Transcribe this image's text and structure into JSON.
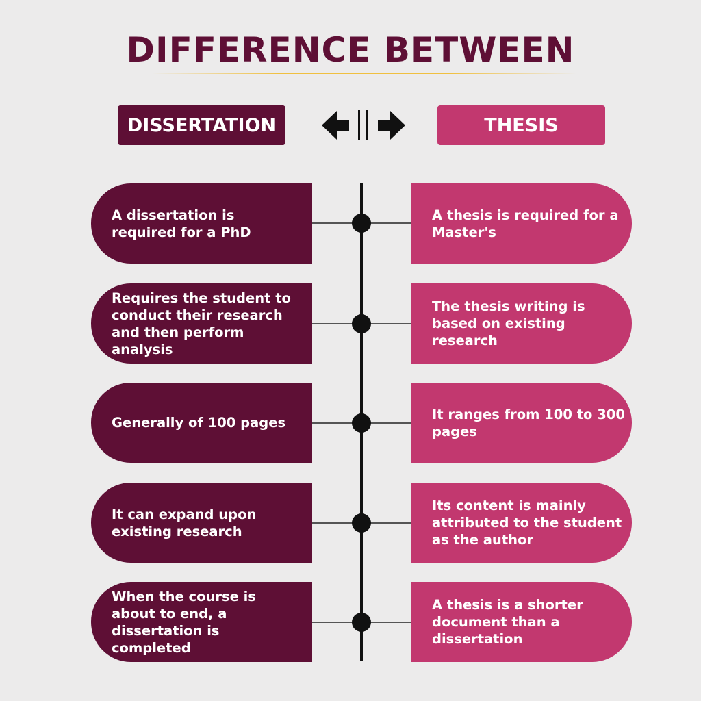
{
  "title": "DIFFERENCE BETWEEN",
  "left_header": "DISSERTATION",
  "right_header": "THESIS",
  "colors": {
    "dark_maroon": "#5e0f35",
    "pink": "#c2386f",
    "background": "#ecebeb",
    "timeline": "#111111"
  },
  "center_icon": "left-right-arrows-icon",
  "rows": [
    {
      "dissertation": "A dissertation is required for a PhD",
      "thesis": "A thesis is required for a Master's"
    },
    {
      "dissertation": "Requires the student to conduct their research and then perform analysis",
      "thesis": "The thesis writing is based on existing research"
    },
    {
      "dissertation": "Generally of 100 pages",
      "thesis": "It ranges from 100 to 300 pages"
    },
    {
      "dissertation": "It can expand upon existing research",
      "thesis": "Its content is mainly attributed to the student as the author"
    },
    {
      "dissertation": "When the course is about to end, a dissertation is completed",
      "thesis": "A thesis is a shorter document than a dissertation"
    }
  ]
}
